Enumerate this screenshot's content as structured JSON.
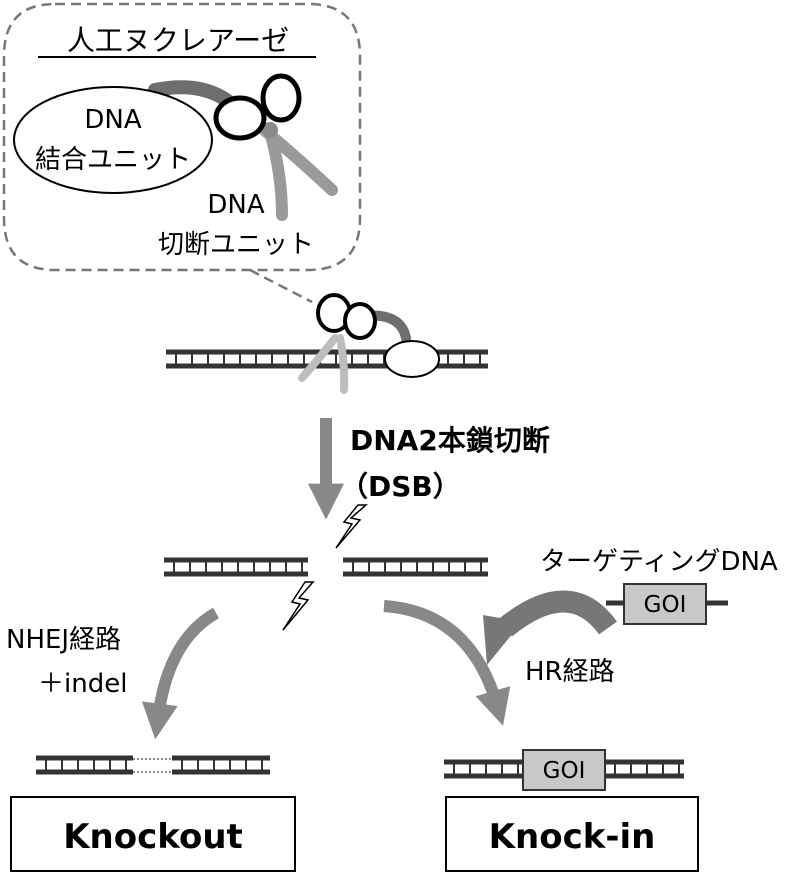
{
  "callout": {
    "title": "人工ヌクレアーゼ",
    "binding_unit": [
      "DNA",
      "結合ユニット"
    ],
    "cleavage_unit": [
      "DNA",
      "切断ユニット"
    ]
  },
  "dsb": {
    "line1": "DNA2本鎖切断",
    "line2": "（DSB）"
  },
  "nhej": {
    "line1": "NHEJ経路",
    "line2": "＋indel"
  },
  "targeting": {
    "label": "ターゲティングDNA",
    "goi": "GOI"
  },
  "hr": {
    "label": "HR経路"
  },
  "knockin_goi": "GOI",
  "results": {
    "knockout": "Knockout",
    "knockin": "Knock-in"
  },
  "colors": {
    "arrow": "#888888",
    "strand": "#333333",
    "goi_fill": "#c8c8c8",
    "callout_border": "#777777"
  }
}
